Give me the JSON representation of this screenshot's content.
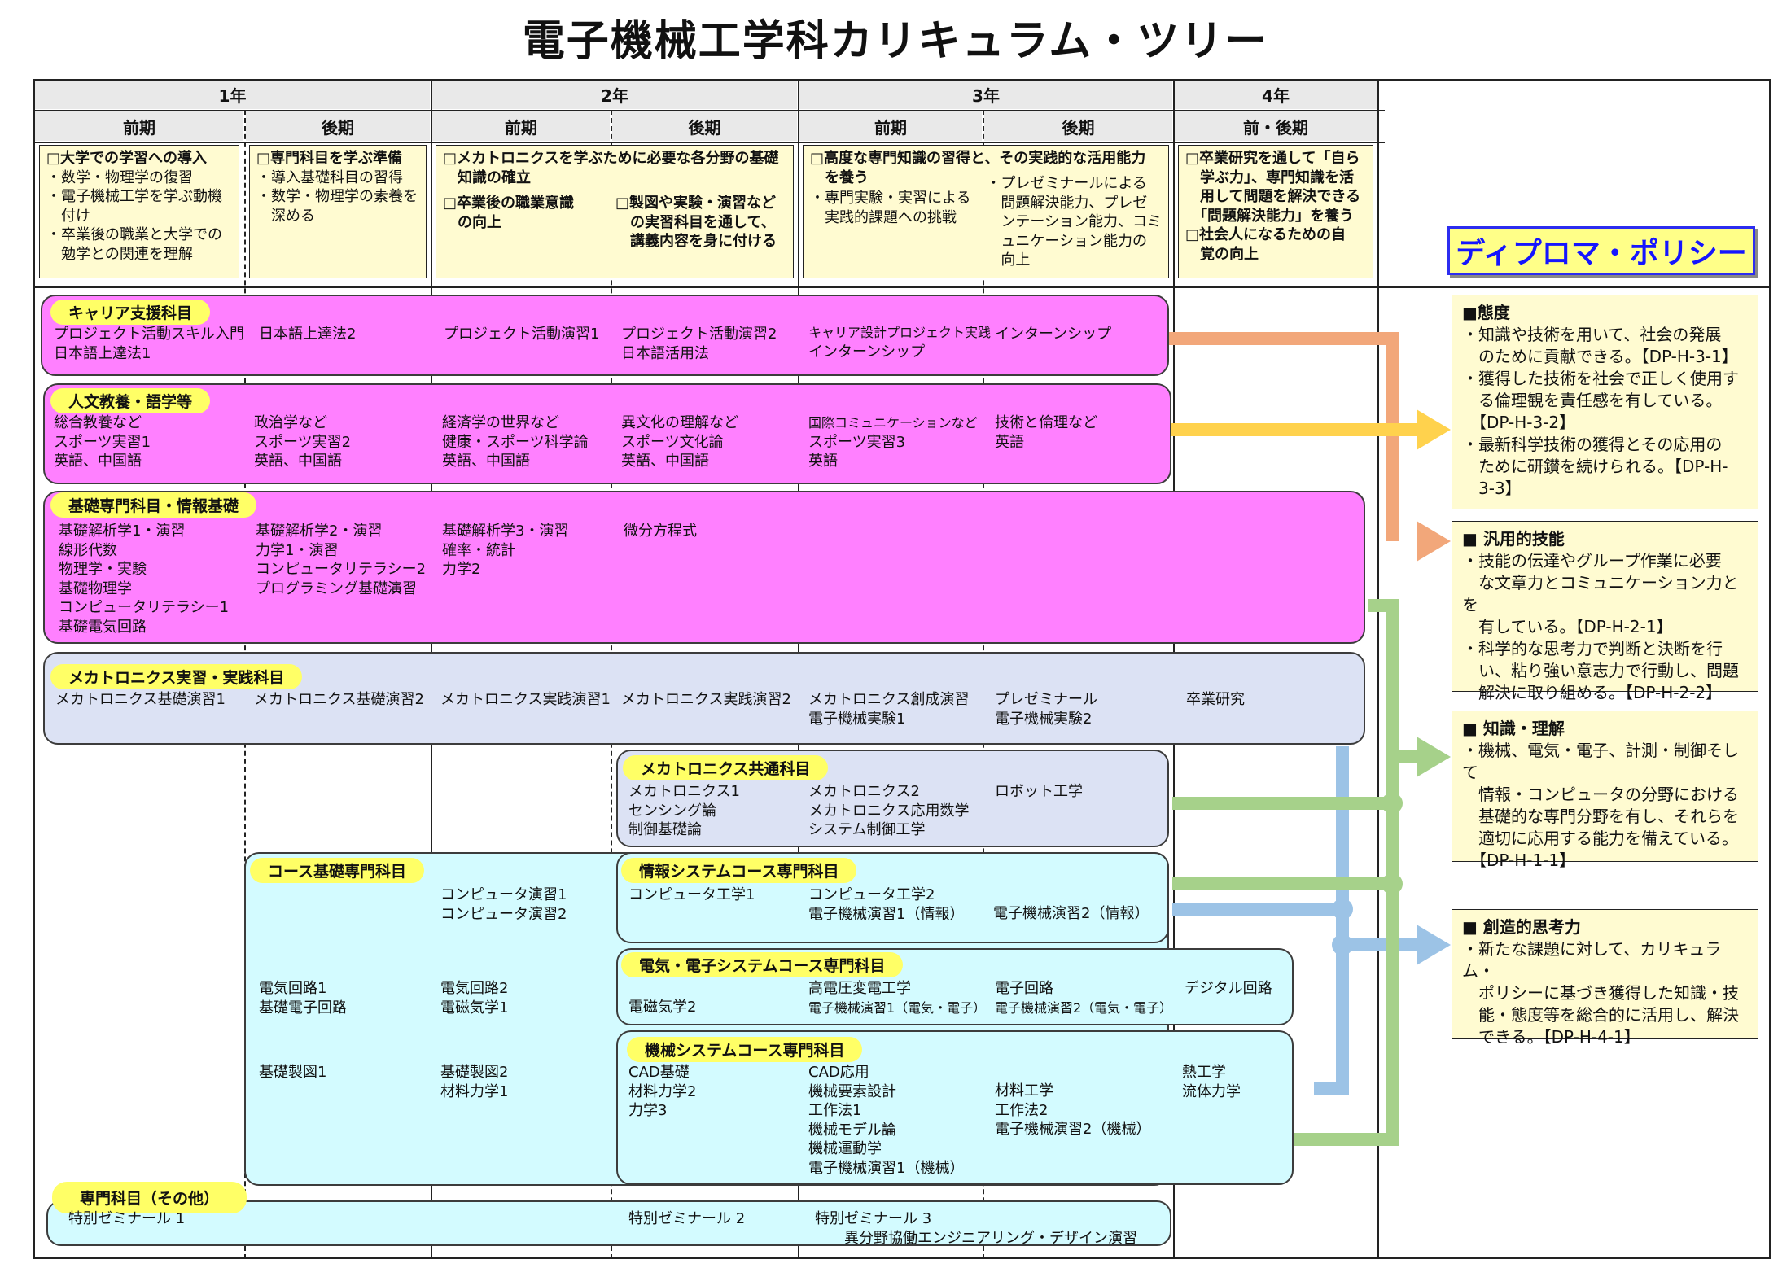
{
  "title": "電子機械工学科カリキュラム・ツリー",
  "years": [
    "1年",
    "2年",
    "3年",
    "4年"
  ],
  "terms": [
    "前期",
    "後期",
    "前期",
    "後期",
    "前期",
    "後期",
    "前・後期"
  ],
  "objectives": [
    [
      "□大学での学習への導入",
      "・数学・物理学の復習",
      "・電子機械工学を学ぶ動機",
      "　付け",
      "・卒業後の職業と大学での",
      "　勉学との関連を理解"
    ],
    [
      "□専門科目を学ぶ準備",
      "・導入基礎科目の習得",
      "・数学・物理学の素養を",
      "　深める"
    ],
    [
      "□メカトロニクスを学ぶために必要な各分野の基礎",
      "　知識の確立"
    ],
    [
      "□卒業後の職業意識",
      "　の向上"
    ],
    [
      "□製図や実験・演習など",
      "　の実習科目を通して、",
      "　講義内容を身に付ける"
    ],
    [
      "□高度な専門知識の習得と、その実践的な活用能力",
      "　を養う"
    ],
    [
      "・専門実験・実習による",
      "　実践的課題への挑戦"
    ],
    [
      "・プレゼミナールによる",
      "　問題解決能力、プレゼ",
      "　ンテーション能力、コミ",
      "　ュニケーション能力の",
      "　向上"
    ],
    [
      "□卒業研究を通して「自ら",
      "　学ぶ力」、専門知識を活",
      "　用して問題を解決できる",
      "　「問題解決能力」を養う",
      "□社会人になるための自",
      "　覚の向上"
    ]
  ],
  "bands": [
    {
      "label": "キャリア支援科目",
      "cells": [
        [
          "プロジェクト活動スキル入門",
          "日本語上達法1"
        ],
        [
          "",
          "日本語上達法2"
        ],
        [
          "プロジェクト活動演習1"
        ],
        [
          "プロジェクト活動演習2",
          "日本語活用法"
        ],
        [
          "キャリア設計プロジェクト実践",
          "インターンシップ"
        ],
        [
          "インターンシップ"
        ]
      ]
    },
    {
      "label": "人文教養・語学等",
      "cells": [
        [
          "総合教養など",
          "スポーツ実習1",
          "英語、中国語"
        ],
        [
          "政治学など",
          "スポーツ実習2",
          "英語、中国語"
        ],
        [
          "経済学の世界など",
          "健康・スポーツ科学論",
          "英語、中国語"
        ],
        [
          "異文化の理解など",
          "スポーツ文化論",
          "英語、中国語"
        ],
        [
          "国際コミュニケーションなど",
          "スポーツ実習3",
          "英語"
        ],
        [
          "技術と倫理など",
          "",
          "英語"
        ]
      ]
    },
    {
      "label": "基礎専門科目・情報基礎",
      "cells": [
        [
          "基礎解析学1・演習",
          "線形代数",
          "物理学・実験",
          "基礎物理学",
          "コンピュータリテラシー1",
          "基礎電気回路"
        ],
        [
          "基礎解析学2・演習",
          "",
          "力学1・演習",
          "",
          "コンピュータリテラシー2",
          "プログラミング基礎演習"
        ],
        [
          "基礎解析学3・演習",
          "確率・統計",
          "力学2"
        ],
        [
          "微分方程式"
        ]
      ]
    },
    {
      "label": "メカトロニクス実習・実践科目",
      "cells": [
        [
          "メカトロニクス基礎演習1"
        ],
        [
          "メカトロニクス基礎演習2"
        ],
        [
          "メカトロニクス実践演習1"
        ],
        [
          "メカトロニクス実践演習2"
        ],
        [
          "メカトロニクス創成演習",
          "電子機械実験1"
        ],
        [
          "プレゼミナール",
          "電子機械実験2"
        ],
        [
          "卒業研究"
        ]
      ]
    },
    {
      "label": "メカトロニクス共通科目",
      "cells": [
        [
          "メカトロニクス1",
          "センシング論",
          "制御基礎論"
        ],
        [
          "メカトロニクス2",
          "メカトロニクス応用数学",
          "システム制御工学"
        ],
        [
          "ロボット工学"
        ]
      ]
    },
    {
      "label": "コース基礎専門科目",
      "cells": [
        [
          "コンピュータ演習1",
          "コンピュータ演習2"
        ],
        [
          "電気回路1",
          "基礎電子回路"
        ],
        [
          "電気回路2",
          "電磁気学1"
        ],
        [
          "基礎製図1"
        ],
        [
          "基礎製図2",
          "材料力学1"
        ]
      ]
    },
    {
      "label": "情報システムコース専門科目",
      "cells": [
        [
          "コンピュータ工学1"
        ],
        [
          "コンピュータ工学2",
          "電子機械演習1（情報）"
        ],
        [
          "電子機械演習2（情報）"
        ]
      ]
    },
    {
      "label": "電気・電子システムコース専門科目",
      "cells": [
        [
          "電磁気学2"
        ],
        [
          "高電圧変電工学",
          "電子機械演習1（電気・電子）"
        ],
        [
          "電子回路",
          "電子機械演習2（電気・電子）"
        ],
        [
          "デジタル回路"
        ]
      ]
    },
    {
      "label": "機械システムコース専門科目",
      "cells": [
        [
          "CAD基礎",
          "材料力学2",
          "力学3"
        ],
        [
          "CAD応用",
          "機械要素設計",
          "工作法1",
          "機械モデル論",
          "機械運動学",
          "電子機械演習1（機械）"
        ],
        [
          "材料工学",
          "工作法2",
          "電子機械演習2（機械）"
        ],
        [
          "熱工学",
          "流体力学"
        ]
      ]
    },
    {
      "label": "専門科目（その他）",
      "cells": [
        [
          "特別ゼミナール 1"
        ],
        [
          "特別ゼミナール 2"
        ],
        [
          "特別ゼミナール 3",
          "　　異分野協働エンジニアリング・デザイン演習"
        ]
      ]
    }
  ],
  "dp_header": "ディプロマ・ポリシー",
  "dp_boxes": [
    {
      "heading": "■態度",
      "lines": [
        "・知識や技術を用いて、社会の発展",
        "　のために貢献できる。【DP-H-3-1】",
        "・獲得した技術を社会で正しく使用す",
        "　る倫理観を責任感を有している。",
        "　【DP-H-3-2】",
        "・最新科学技術の獲得とその応用の",
        "　ために研鑚を続けられる。【DP-H-",
        "　3-3】"
      ]
    },
    {
      "heading": "■ 汎用的技能",
      "lines": [
        "・技能の伝達やグループ作業に必要",
        "　な文章力とコミュニケーション力とを",
        "　有している。【DP-H-2-1】",
        "・科学的な思考力で判断と決断を行",
        "　い、粘り強い意志力で行動し、問題",
        "　解決に取り組める。【DP-H-2-2】"
      ]
    },
    {
      "heading": "■ 知識・理解",
      "lines": [
        "・機械、電気・電子、計測・制御そして",
        "　情報・コンピュータの分野における",
        "　基礎的な専門分野を有し、それらを",
        "　適切に応用する能力を備えている。",
        "　【DP-H-1-1】"
      ]
    },
    {
      "heading": "■ 創造的思考力",
      "lines": [
        "・新たな課題に対して、カリキュラム・",
        "　ポリシーに基づき獲得した知識・技",
        "　能・態度等を総合的に活用し、解決",
        "　できる。【DP-H-4-1】"
      ]
    }
  ],
  "colors": {
    "pink": "#ff80ff",
    "lavender": "#dce2f4",
    "cyan": "#d3fbff",
    "label": "#ffff66",
    "arrow_orange": "#f2a77a",
    "arrow_yellow": "#ffd24d",
    "arrow_green": "#a6d18a",
    "arrow_blue": "#9cc3e6",
    "dp_blue": "#1515ff"
  }
}
